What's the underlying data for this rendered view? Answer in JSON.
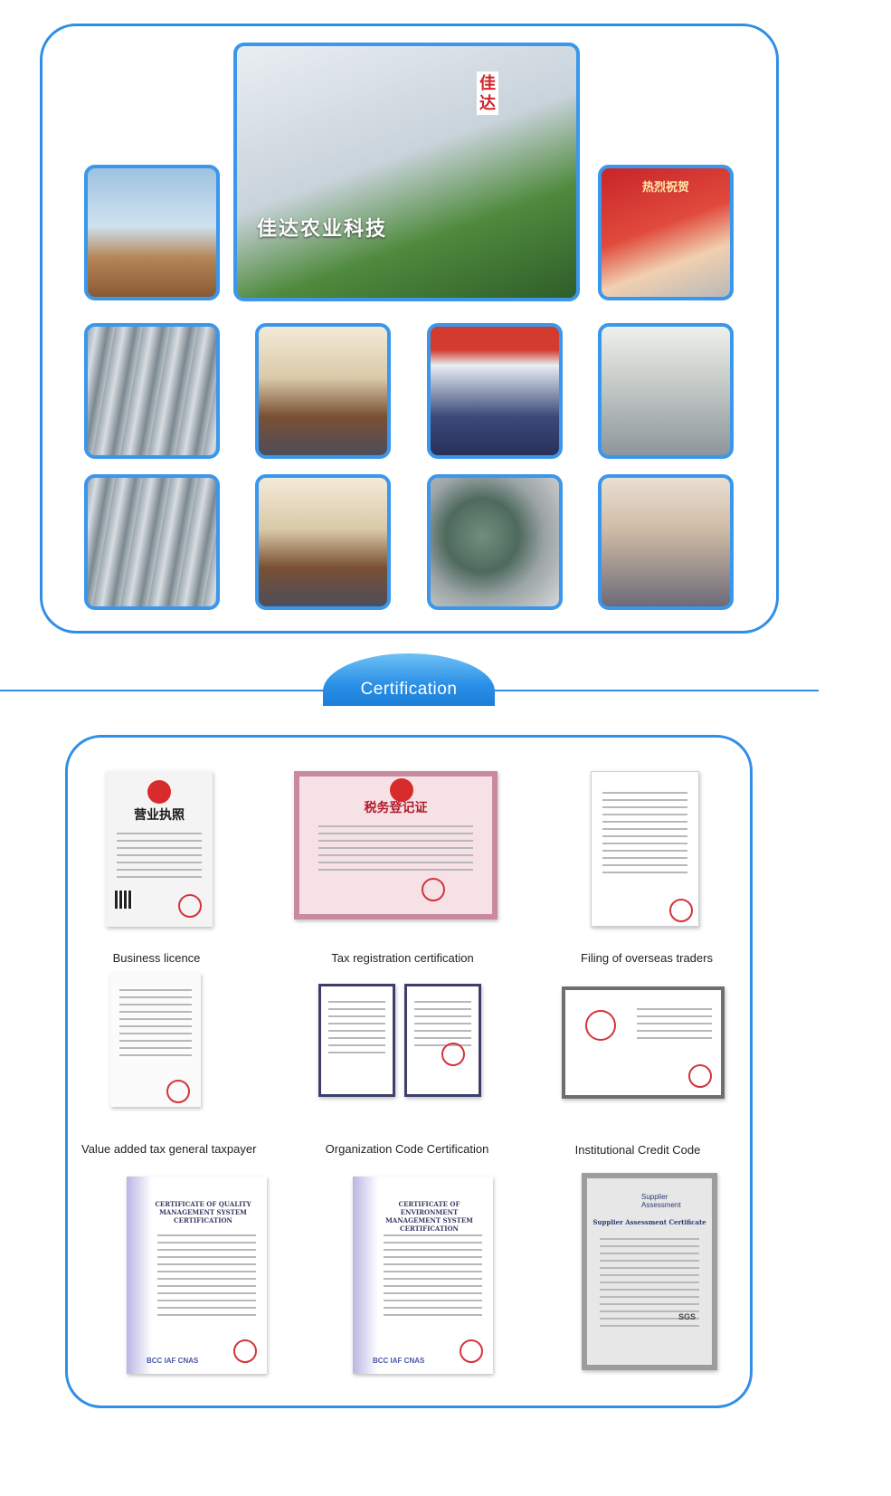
{
  "gallery": {
    "signboard_text": "佳达农业科技",
    "building_sign": "佳达",
    "celebration_banner": "热烈祝贺"
  },
  "certification": {
    "tab_label": "Certification",
    "captions": [
      "Business licence",
      "Tax registration certification",
      "Filing of overseas traders",
      "Value added tax general taxpayer",
      "Organization Code Certification",
      "Institutional Credit Code"
    ],
    "documents": {
      "business_licence_title": "营业执照",
      "tax_title": "税务登记证",
      "quality_title": "CERTIFICATE OF QUALITY MANAGEMENT SYSTEM CERTIFICATION",
      "environment_title": "CERTIFICATE OF ENVIRONMENT MANAGEMENT SYSTEM CERTIFICATION",
      "supplier_title": "Supplier Assessment Certificate",
      "supplier_badge": "Supplier Assessment",
      "sgs_mark": "SGS",
      "cert_logos": "BCC IAF CNAS"
    }
  },
  "colors": {
    "accent": "#2f8fe6",
    "seal_red": "#d4343b"
  }
}
